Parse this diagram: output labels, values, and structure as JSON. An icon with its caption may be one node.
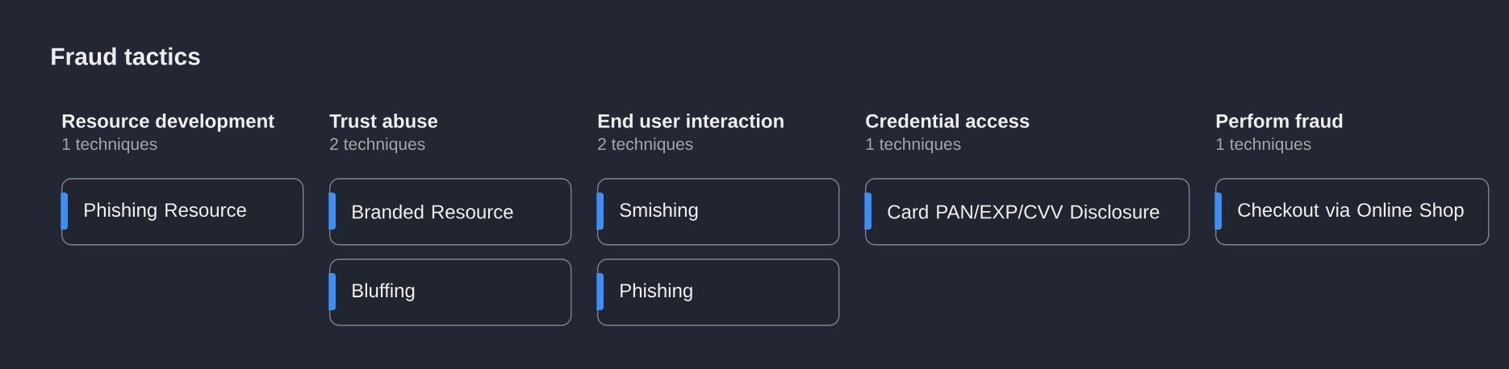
{
  "diagram": {
    "title": "Fraud tactics",
    "nodes": [
      {
        "text": [
          "Phishing Resource"
        ]
      },
      {
        "text": [
          "Branded Resource"
        ]
      },
      {
        "text": [
          "Bluffing"
        ]
      },
      {
        "text": [
          "Smishing"
        ]
      },
      {
        "text": [
          "Phishing"
        ]
      },
      {
        "text": [
          "Card PAN/EXP/CVV Disclosure"
        ]
      },
      {
        "text": [
          "Checkout via Online Shop"
        ]
      }
    ],
    "labels": [
      "Resource development",
      "1 techniques",
      "Trust abuse",
      "2 techniques",
      "End user interaction",
      "2 techniques",
      "Credential access",
      "1 techniques",
      "Perform fraud",
      "1 techniques"
    ]
  }
}
